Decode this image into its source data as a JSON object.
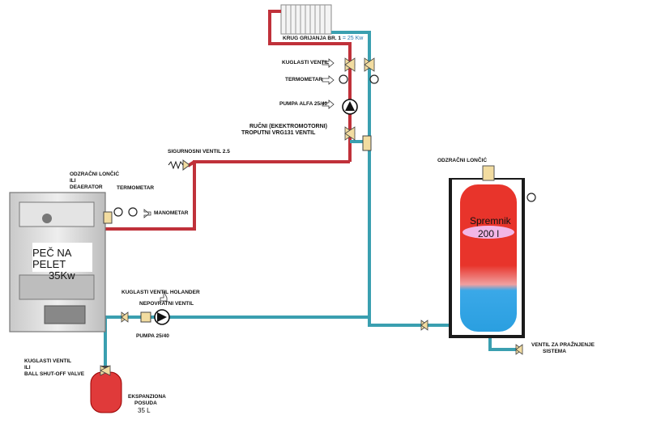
{
  "colors": {
    "hot_pipe": "#c0313a",
    "cold_pipe": "#3a9fb0",
    "tank_hot": "#e8342b",
    "tank_cold": "#2aa3e6",
    "expansion": "#e03a3a"
  },
  "labels": {
    "radiator_circuit": "KRUG GRIJANJA BR. 1",
    "radiator_power": "= 25 Kw",
    "ball_valve_top": "KUGLASTI VENTIL",
    "thermometer_top": "TERMOMETAR",
    "pump_alfa": "PUMPA ALFA 25/40",
    "mixing_valve_1": "RUČNI (EKEKTROMOTORNI)",
    "mixing_valve_2": "TROPUTNI VRG131 VENTIL",
    "safety_valve": "SIGURNOSNI VENTIL 2.5",
    "deaerator_1": "ODZRAČNI LONČIĆ",
    "deaerator_2": "ILI",
    "deaerator_3": "DEAERATOR",
    "thermometer_boiler": "TERMOMETAR",
    "manometer": "MANOMETAR",
    "boiler_1": "PEČ NA",
    "boiler_2": "PELET",
    "boiler_3": "35Kw",
    "holander": "KUGLASTI VENTIL HOLANDER",
    "check_valve": "NEPOVRATNI VENTIL",
    "pump_25": "PUMPA 25/40",
    "ball_shutoff_1": "KUGLASTI VENTIL",
    "ball_shutoff_2": "ILI",
    "ball_shutoff_3": "BALL SHUT-OFF VALVE",
    "expansion_1": "EKSPANZIONA",
    "expansion_2": "POSUDA",
    "expansion_3": "35 L",
    "tank_deaerator": "ODZRAČNI LONČIĆ",
    "tank_name": "Spremnik",
    "tank_volume": "200 l",
    "drain_1": "VENTIL ZA PRAŽNJENJE",
    "drain_2": "SISTEMA"
  }
}
